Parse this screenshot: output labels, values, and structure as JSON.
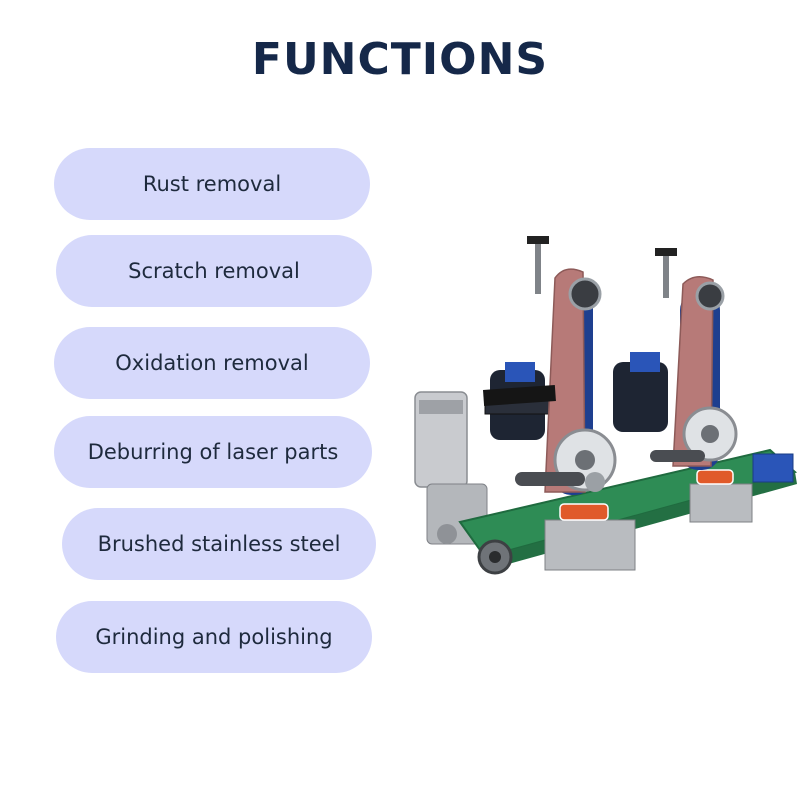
{
  "title": "FUNCTIONS",
  "functions": [
    "Rust removal",
    "Scratch removal",
    "Oxidation removal",
    "Deburring of laser parts",
    "Brushed stainless steel",
    "Grinding and polishing"
  ],
  "colors": {
    "title": "#152849",
    "pill_background": "#d6d9fb",
    "pill_text": "#1e2a3d",
    "belt_green": "#2e8c55",
    "sanding_belt": "#b77a78",
    "motor_blue": "#1e3f8f"
  },
  "image": {
    "subject": "belt-grinding-machine"
  }
}
